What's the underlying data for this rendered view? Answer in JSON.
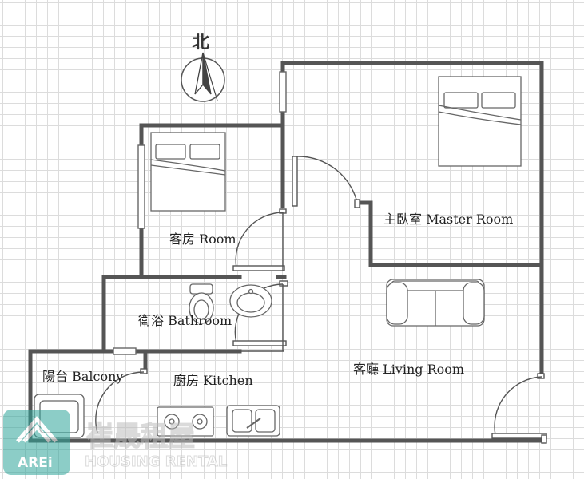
{
  "compass": {
    "label": "北"
  },
  "rooms": {
    "guest_room": "客房 Room",
    "master_room": "主臥室 Master Room",
    "bathroom": "衛浴 Bathroom",
    "balcony": "陽台 Balcony",
    "kitchen": "廚房 Kitchen",
    "living_room": "客廳 Living Room"
  },
  "watermark": {
    "logo_text": "AREi",
    "brand_text": "崔晟租屋",
    "tagline": "HOUSING RENTAL"
  }
}
